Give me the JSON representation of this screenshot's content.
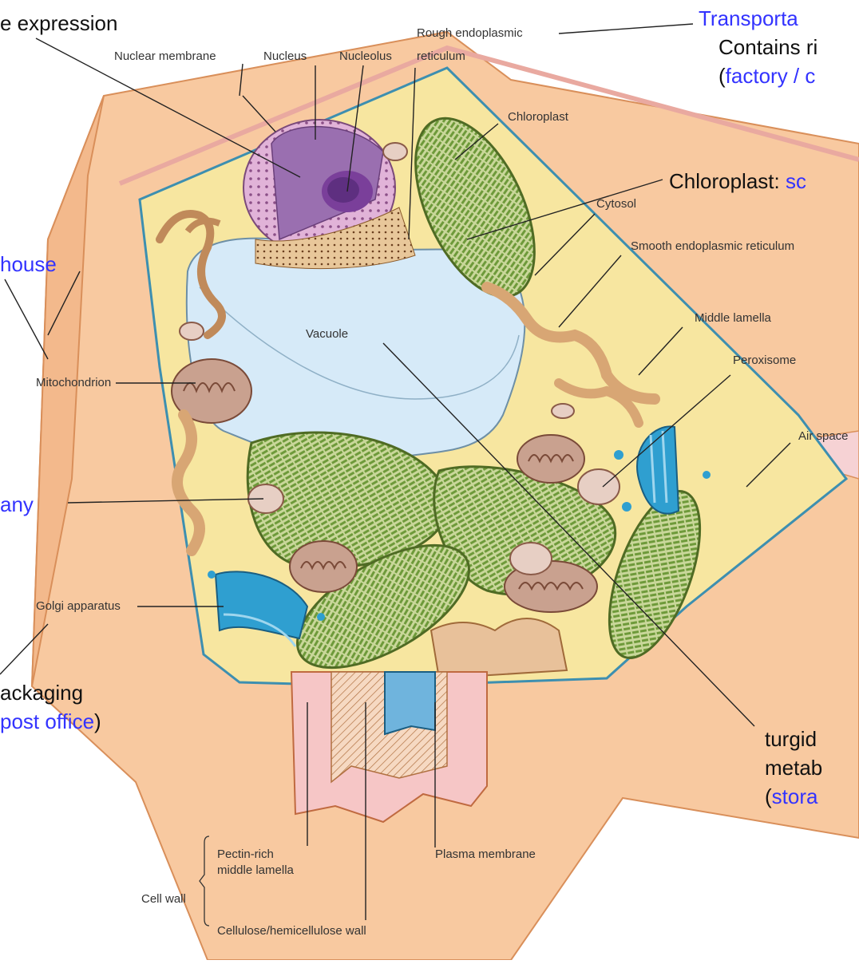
{
  "labels": {
    "nuclear_membrane": "Nuclear membrane",
    "nucleus": "Nucleus",
    "nucleolus": "Nucleolus",
    "rough_er_line1": "Rough endoplasmic",
    "rough_er_line2": "reticulum",
    "chloroplast": "Chloroplast",
    "cytosol": "Cytosol",
    "smooth_er": "Smooth endoplasmic reticulum",
    "middle_lamella": "Middle lamella",
    "peroxisome": "Peroxisome",
    "air_space": "Air space",
    "vacuole": "Vacuole",
    "mitochondrion": "Mitochondrion",
    "golgi": "Golgi apparatus",
    "cell_wall": "Cell wall",
    "pectin_line1": "Pectin-rich",
    "pectin_line2": "middle lamella",
    "cellulose": "Cellulose/hemicellulose wall",
    "plasma_membrane": "Plasma membrane"
  },
  "annotations": {
    "nucleus_note": "e expression",
    "rer_note_line1": "Transporta",
    "rer_note_line2": "Contains ri",
    "rer_note_line3_open": "(",
    "rer_note_line3_blue": "factory / c",
    "chloroplast_note_prefix": "Chloroplast: ",
    "chloroplast_note_blue": "sc",
    "mito_note": "house",
    "peroxisome_note": "any",
    "golgi_note_line1": "ackaging",
    "golgi_note_line2_blue": "post office",
    "golgi_note_line2_close": ")",
    "vacuole_note_line1": "turgid",
    "vacuole_note_line2": "metab",
    "vacuole_note_line3_open": "(",
    "vacuole_note_line3_blue": "stora"
  },
  "colors": {
    "annotation_blue": "#3333ff",
    "cell_wall": "#f8c9a0",
    "cytosol": "#f7e6a0",
    "vacuole": "#d6eaf8",
    "chloroplast": "#9aa86a",
    "golgi": "#2f9fd0",
    "nucleus": "#b98ac9"
  }
}
